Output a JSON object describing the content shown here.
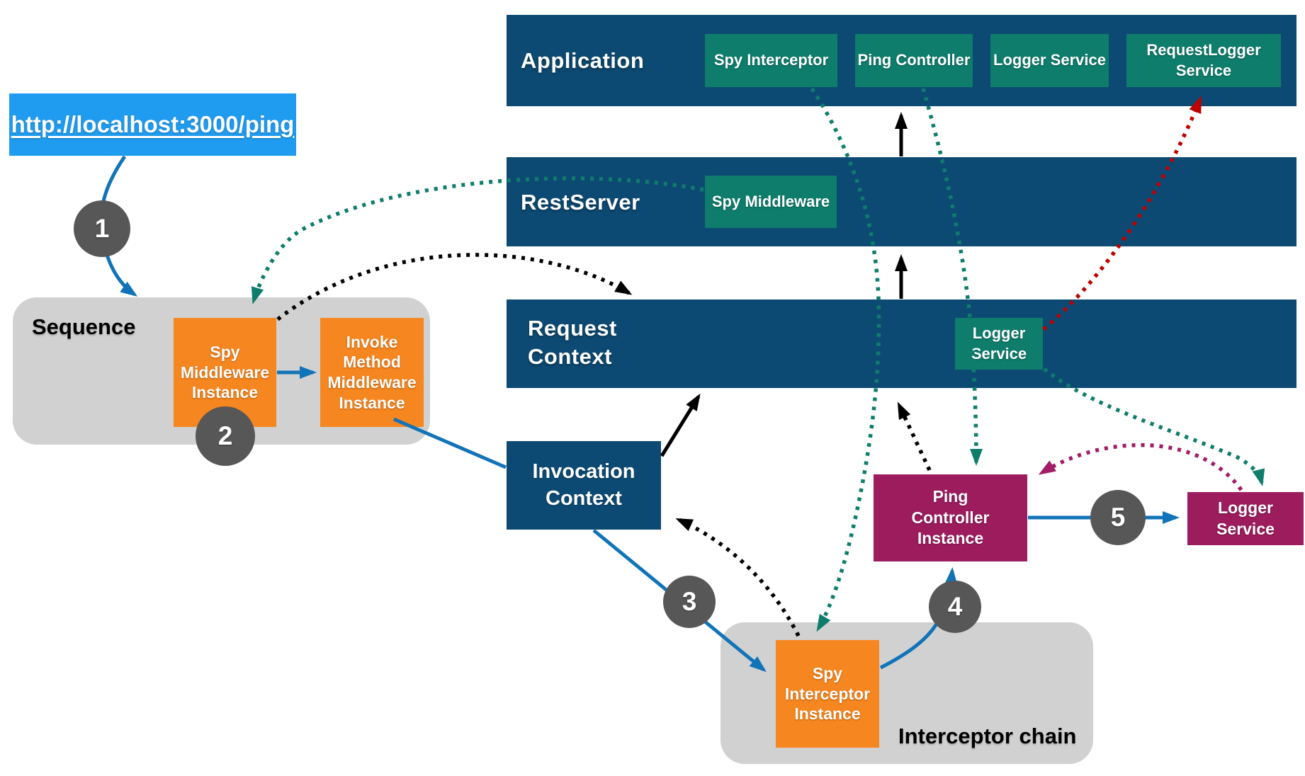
{
  "request": {
    "url": "http://localhost:3000/ping"
  },
  "layers": {
    "application": {
      "label": "Application",
      "bindings": [
        {
          "label": "Spy Interceptor"
        },
        {
          "label": "Ping Controller"
        },
        {
          "label": "Logger Service"
        },
        {
          "label": "RequestLogger Service"
        }
      ]
    },
    "restserver": {
      "label": "RestServer",
      "bindings": [
        {
          "label": "Spy Middleware"
        }
      ]
    },
    "request_context": {
      "label": "Request Context",
      "bindings": [
        {
          "label": "Logger Service"
        }
      ]
    }
  },
  "groups": {
    "sequence": {
      "label": "Sequence"
    },
    "interceptor_chain": {
      "label": "Interceptor chain"
    }
  },
  "instances": {
    "spy_middleware_instance": {
      "label": "Spy Middleware Instance"
    },
    "invoke_method_middleware_instance": {
      "label": "Invoke Method Middleware Instance"
    },
    "invocation_context": {
      "label": "Invocation Context"
    },
    "ping_controller_instance": {
      "label": "Ping Controller Instance"
    },
    "logger_service_instance": {
      "label": "Logger Service"
    },
    "spy_interceptor_instance": {
      "label": "Spy Interceptor Instance"
    }
  },
  "steps": [
    {
      "n": "1"
    },
    {
      "n": "2"
    },
    {
      "n": "3"
    },
    {
      "n": "4"
    },
    {
      "n": "5"
    }
  ],
  "colors": {
    "layer_navy": "#0d4a73",
    "binding_teal": "#0e7d6c",
    "instance_orange": "#f6861f",
    "instance_magenta": "#9c1c5e",
    "group_gray": "#d1d1d1",
    "step_gray": "#575757",
    "link_blue": "#1f9bef",
    "arrow_blue": "#1173b8",
    "arrow_black": "#000000",
    "arrow_red": "#bf0000",
    "arrow_magenta": "#a21c66"
  }
}
